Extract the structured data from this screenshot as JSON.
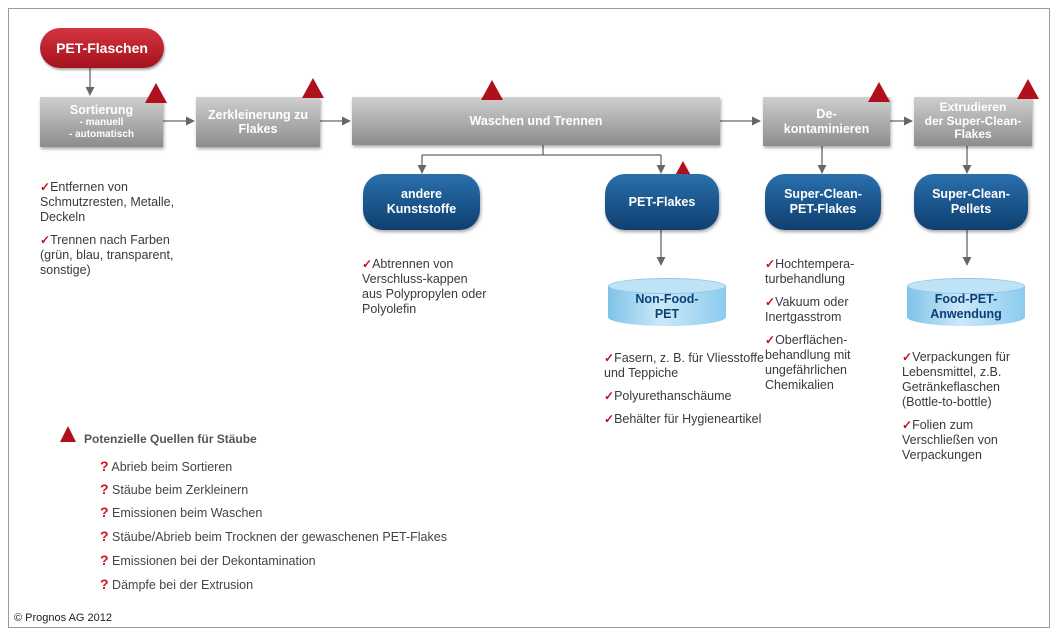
{
  "start": "PET-Flaschen",
  "steps": [
    {
      "title": "Sortierung",
      "sub": [
        "- manuell",
        "- automatisch"
      ]
    },
    {
      "title": "Zerkleinerung zu Flakes"
    },
    {
      "title": "Waschen und Trennen"
    },
    {
      "title": "De-kontaminieren",
      "lines": [
        "De-",
        "kontaminieren"
      ]
    },
    {
      "title": "Extrudieren der Super-Clean-Flakes",
      "lines": [
        "Extrudieren",
        "der Super-Clean-",
        "Flakes"
      ]
    }
  ],
  "outputs": {
    "andere": [
      "andere",
      "Kunststoffe"
    ],
    "pet_flakes": [
      "PET-Flakes"
    ],
    "sc_flakes": [
      "Super-Clean-",
      "PET-Flakes"
    ],
    "sc_pellets": [
      "Super-Clean-",
      "Pellets"
    ]
  },
  "products": {
    "non_food": [
      "Non-Food-",
      "PET"
    ],
    "food": [
      "Food-PET-",
      "Anwendung"
    ]
  },
  "notes": {
    "sort": [
      "Entfernen von Schmutzresten, Metalle, Deckeln",
      "Trennen nach Farben (grün, blau, transparent, sonstige)"
    ],
    "andere": [
      "Abtrennen von Verschluss-kappen aus Polypropylen oder Polyolefin"
    ],
    "nonfood": [
      "Fasern, z. B. für Vliesstoffe und Teppiche",
      "Polyurethanschäume",
      "Behälter für Hygieneartikel"
    ],
    "dekont": [
      "Hochtempera-turbehandlung",
      "Vakuum oder Inertgasstrom",
      "Oberflächen-behandlung mit ungefährlichen Chemikalien"
    ],
    "food": [
      "Verpackungen für Lebensmittel, z.B. Getränkeflaschen (Bottle-to-bottle)",
      "Folien zum Verschließen von Verpackungen"
    ]
  },
  "legend": {
    "title": "Potenzielle Quellen für Stäube",
    "items": [
      "Abrieb beim Sortieren",
      "Stäube beim Zerkleinern",
      "Emissionen beim Waschen",
      "Stäube/Abrieb beim Trocknen der gewaschenen PET-Flakes",
      "Emissionen bei der Dekontamination",
      "Dämpfe bei der Extrusion"
    ]
  },
  "colors": {
    "red": "#b0101c",
    "navy": "#0e3f70",
    "gray": "#8c8c8c",
    "cyan": "#7fc3e8"
  },
  "footer": "© Prognos AG 2012"
}
